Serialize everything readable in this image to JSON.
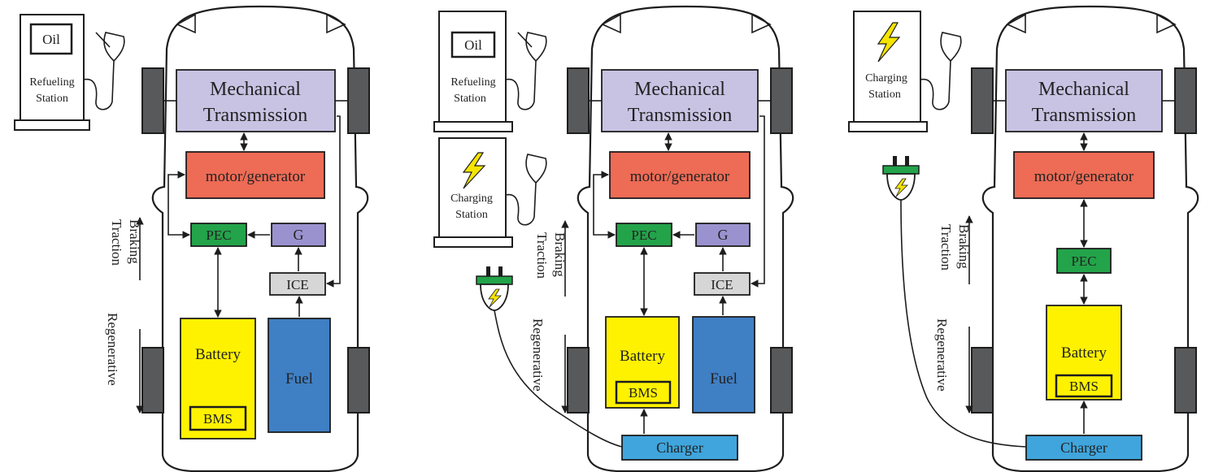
{
  "colors": {
    "transmission": "#c8c3e3",
    "motor": "#ee6b55",
    "pec": "#23a34a",
    "generator": "#9a92cf",
    "ice": "#d6d6d6",
    "battery": "#fff200",
    "fuel": "#3f7fc4",
    "charger": "#3fa5dc",
    "wheel": "#58595b",
    "bolt": "#f5e400"
  },
  "diagrams": [
    {
      "station_oil": {
        "box_label": "Oil",
        "label_lines": [
          "Refueling",
          "Station"
        ]
      },
      "transmission_lines": [
        "Mechanical",
        "Transmission"
      ],
      "motor": "motor/generator",
      "pec": "PEC",
      "generator": "G",
      "ice": "ICE",
      "battery": "Battery",
      "bms": "BMS",
      "fuel": "Fuel",
      "side_left": [
        "Braking",
        "Traction"
      ],
      "side_right": "Regenerative"
    },
    {
      "station_oil": {
        "box_label": "Oil",
        "label_lines": [
          "Refueling",
          "Station"
        ]
      },
      "station_charge": {
        "label_lines": [
          "Charging",
          "Station"
        ]
      },
      "transmission_lines": [
        "Mechanical",
        "Transmission"
      ],
      "motor": "motor/generator",
      "pec": "PEC",
      "generator": "G",
      "ice": "ICE",
      "battery": "Battery",
      "bms": "BMS",
      "fuel": "Fuel",
      "charger": "Charger",
      "side_left": [
        "Braking",
        "Traction"
      ],
      "side_right": "Regenerative"
    },
    {
      "station_charge": {
        "label_lines": [
          "Charging",
          "Station"
        ]
      },
      "transmission_lines": [
        "Mechanical",
        "Transmission"
      ],
      "motor": "motor/generator",
      "pec": "PEC",
      "battery": "Battery",
      "bms": "BMS",
      "charger": "Charger",
      "side_left": [
        "Braking",
        "Traction"
      ],
      "side_right": "Regenerative"
    }
  ]
}
